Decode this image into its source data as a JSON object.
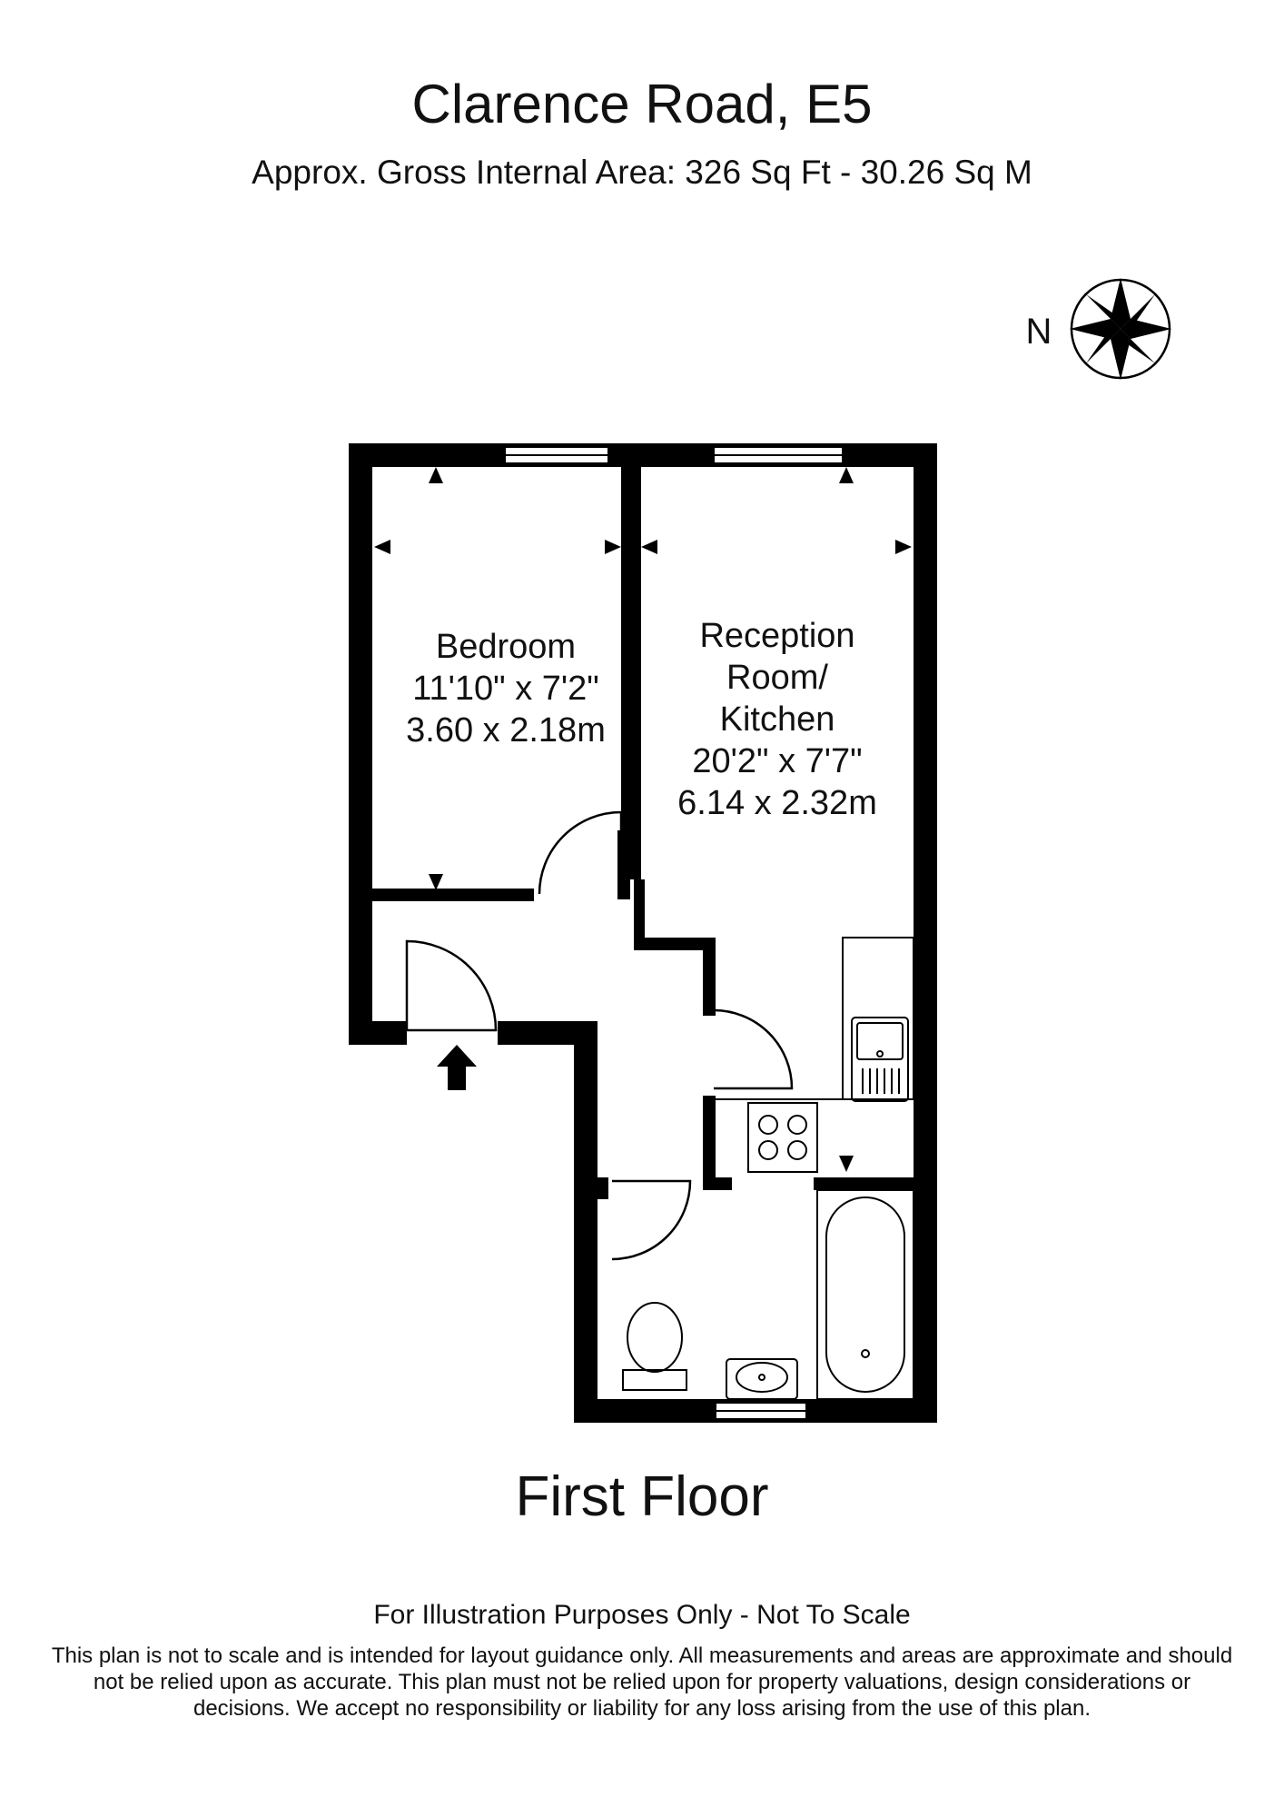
{
  "header": {
    "title": "Clarence Road, E5",
    "area": "Approx. Gross Internal Area: 326 Sq Ft - 30.26 Sq M"
  },
  "compass": {
    "label": "N",
    "icon": "compass-rose-icon"
  },
  "rooms": [
    {
      "name": "Bedroom",
      "imperial": "11'10\" x 7'2\"",
      "metric": "3.60 x 2.18m"
    },
    {
      "name_lines": [
        "Reception",
        "Room/",
        "Kitchen"
      ],
      "imperial": "20'2\" x 7'7\"",
      "metric": "6.14 x 2.32m"
    }
  ],
  "floor_label": "First Floor",
  "footer": {
    "note": "For Illustration Purposes Only - Not To Scale",
    "disclaimer": "This plan is not to scale and is intended for layout guidance only. All measurements and areas are approximate and should not be relied upon as accurate. This plan must not be relied upon for property valuations, design considerations or decisions. We accept no responsibility or liability for any loss arising from the use of this plan."
  },
  "colors": {
    "wall": "#000000",
    "background": "#ffffff",
    "text": "#111111"
  }
}
